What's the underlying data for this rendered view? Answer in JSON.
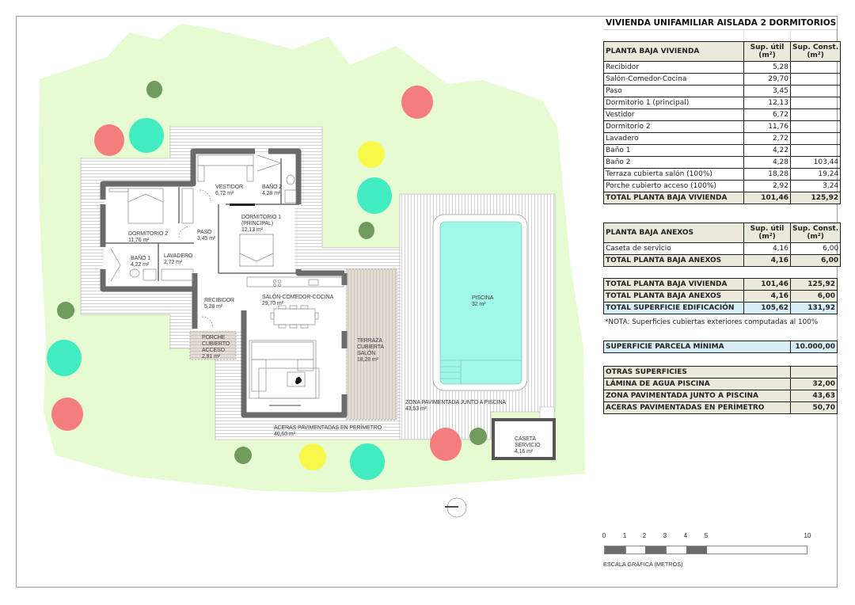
{
  "title": "VIVIENDA UNIFAMILIAR AISLADA 2 DORMITORIOS",
  "table_vivienda": {
    "header": {
      "label": "PLANTA BAJA VIVIENDA",
      "col_util": "Sup. útil\n(m²)",
      "col_const": "Sup. Const.\n(m²)",
      "col_util_l1": "Sup. útil",
      "col_util_l2": "(m²)",
      "col_const_l1": "Sup. Const.",
      "col_const_l2": "(m²)"
    },
    "rows": [
      {
        "name": "Recibidor",
        "util": "5,28",
        "const": ""
      },
      {
        "name": "Salón-Comedor-Cocina",
        "util": "29,70",
        "const": ""
      },
      {
        "name": "Paso",
        "util": "3,45",
        "const": ""
      },
      {
        "name": "Dormitorio 1 (principal)",
        "util": "12,13",
        "const": ""
      },
      {
        "name": "Vestidor",
        "util": "6,72",
        "const": ""
      },
      {
        "name": "Dormitorio 2",
        "util": "11,76",
        "const": ""
      },
      {
        "name": "Lavadero",
        "util": "2,72",
        "const": ""
      },
      {
        "name": "Baño 1",
        "util": "4,22",
        "const": ""
      },
      {
        "name": "Baño 2",
        "util": "4,28",
        "const": "103,44"
      },
      {
        "name": "Terraza cubierta salón (100%)",
        "util": "18,28",
        "const": "19,24"
      },
      {
        "name": "Porche cubierto acceso (100%)",
        "util": "2,92",
        "const": "3,24"
      }
    ],
    "total": {
      "name": "TOTAL PLANTA BAJA VIVIENDA",
      "util": "101,46",
      "const": "125,92"
    }
  },
  "table_anexos": {
    "header": {
      "label": "PLANTA BAJA ANEXOS",
      "col_util_l1": "Sup. útil",
      "col_util_l2": "(m²)",
      "col_const_l1": "Sup. Const.",
      "col_const_l2": "(m²)"
    },
    "rows": [
      {
        "name": "Caseta de servicio",
        "util": "4,16",
        "const": "6,00"
      }
    ],
    "total": {
      "name": "TOTAL PLANTA BAJA ANEXOS",
      "util": "4,16",
      "const": "6,00"
    }
  },
  "table_summary": {
    "rows": [
      {
        "name": "TOTAL PLANTA BAJA VIVIENDA",
        "util": "101,46",
        "const": "125,92"
      },
      {
        "name": "TOTAL PLANTA BAJA ANEXOS",
        "util": "4,16",
        "const": "6,00"
      }
    ],
    "total": {
      "name": "TOTAL SUPERFICIE EDIFICACIÓN",
      "util": "105,62",
      "const": "131,92"
    }
  },
  "note": "*NOTA: Superficies cubiertas exteriores computadas al 100%",
  "parcela": {
    "name": "SUPERFICIE PARCELA MÍNIMA",
    "value": "10.000,00"
  },
  "otras": {
    "header": "OTRAS SUPERFICIES",
    "rows": [
      {
        "name": "LÁMINA DE AGUA PISCINA",
        "value": "32,00"
      },
      {
        "name": "ZONA PAVIMENTADA JUNTO A PISCINA",
        "value": "43,63"
      },
      {
        "name": "ACERAS PAVIMENTADAS EN PERÍMETRO",
        "value": "50,70"
      }
    ]
  },
  "scale": {
    "ticks": [
      "0",
      "1",
      "2",
      "3",
      "4",
      "5",
      "10"
    ],
    "caption": "ESCALA GRÁFICA (METROS)"
  },
  "plan": {
    "rooms": {
      "vestidor": {
        "name": "VESTIDOR",
        "area": "6,72 m²"
      },
      "bano2": {
        "name": "BAÑO 2",
        "area": "4,28 m²"
      },
      "dormitorio2": {
        "name": "DORMITORIO 2",
        "area": "11,76 m²"
      },
      "paso": {
        "name": "PASO",
        "area": "3,45 m²"
      },
      "dormitorio1": {
        "name": "DORMITORIO 1",
        "name2": "(PRINCIPAL)",
        "area": "12,13 m²"
      },
      "bano1": {
        "name": "BAÑO 1",
        "area": "4,22 m²"
      },
      "lavadero": {
        "name": "LAVADERO",
        "area": "2,72 m²"
      },
      "recibidor": {
        "name": "RECIBIDOR",
        "area": "5,28 m²"
      },
      "salon": {
        "name": "SALÓN-COMEDOR-COCINA",
        "area": "29,70 m²"
      },
      "porche": {
        "name": "PORCHE",
        "name2": "CUBIERTO",
        "name3": "ACCESO",
        "area": "2,91 m²"
      },
      "terraza": {
        "name": "TERRAZA",
        "name2": "CUBIERTA",
        "name3": "SALÓN",
        "area": "18,28 m²"
      },
      "aceras": {
        "name": "ACERAS PAVIMENTADAS EN PERÍMETRO",
        "area": "40,60 m²"
      },
      "piscina": {
        "name": "PISCINA",
        "area": "32 m²"
      },
      "zona_pav": {
        "name": "ZONA PAVIMENTADA JUNTO A PISCINA",
        "area": "43,63 m²"
      },
      "caseta": {
        "name": "CASETA",
        "name2": "SERVICIO",
        "area": "4,16 m²"
      }
    },
    "colors": {
      "garden": "#e6fbd2",
      "deck": "#ffffff",
      "deck_line": "#c9c9c9",
      "wall": "#6b6b6b",
      "pool": "#9ff9e6",
      "covered": "#ded8d2",
      "tree_red": "#f47d7d",
      "tree_teal": "#41ecc1",
      "tree_yellow": "#f8f84a",
      "tree_green": "#6f9b5c"
    }
  }
}
